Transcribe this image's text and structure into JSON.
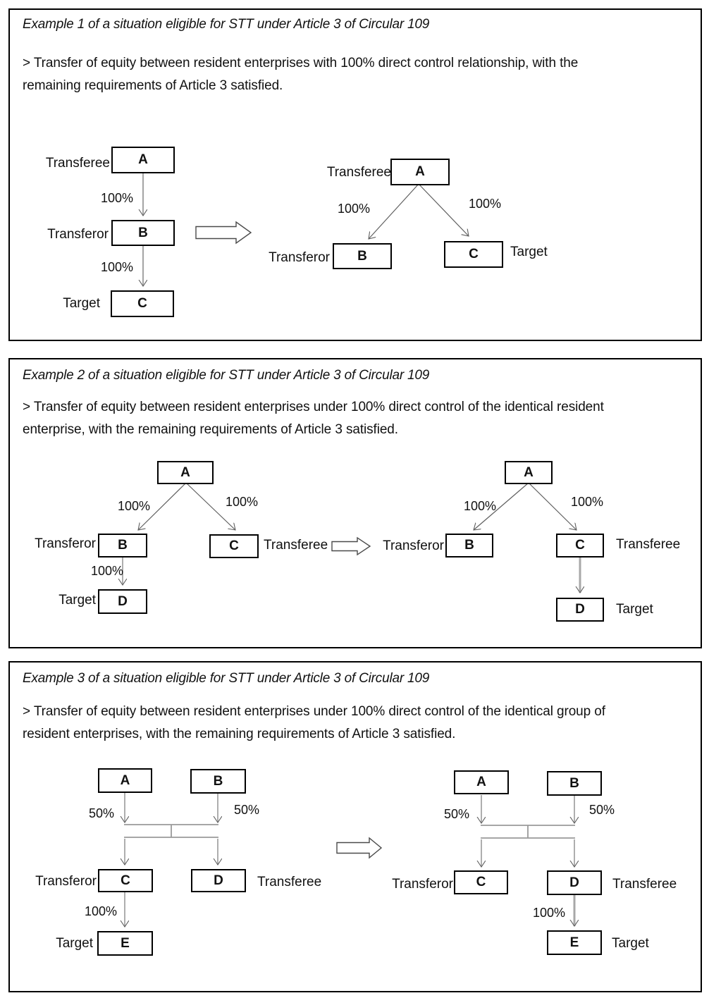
{
  "colors": {
    "background": "#ffffff",
    "panel_border": "#000000",
    "connector_line": "#9a9a9a",
    "arrow_outline": "#4a4a4a"
  },
  "examples": [
    {
      "title": "Example 1 of a situation eligible for STT under Article 3 of Circular 109",
      "description": "> Transfer of equity between resident enterprises with 100% direct control relationship, with the\nremaining requirements of Article 3 satisfied.",
      "before": {
        "roles": {
          "transferee": "Transferee",
          "transferor": "Transferor",
          "target": "Target"
        },
        "nodes": {
          "a": "A",
          "b": "B",
          "c": "C"
        },
        "pcts": {
          "ab": "100%",
          "bc": "100%"
        }
      },
      "after": {
        "roles": {
          "transferee": "Transferee",
          "transferor": "Transferor",
          "target": "Target"
        },
        "nodes": {
          "a": "A",
          "b": "B",
          "c": "C"
        },
        "pcts": {
          "ab": "100%",
          "ac": "100%"
        }
      }
    },
    {
      "title": "Example 2 of a situation eligible for STT under Article 3 of Circular 109",
      "description": "> Transfer of equity between resident enterprises under 100% direct control of the identical resident\nenterprise, with the remaining requirements of Article 3 satisfied.",
      "before": {
        "roles": {
          "transferor": "Transferor",
          "transferee": "Transferee",
          "target": "Target"
        },
        "nodes": {
          "a": "A",
          "b": "B",
          "c": "C",
          "d": "D"
        },
        "pcts": {
          "ab": "100%",
          "ac": "100%",
          "bd": "100%"
        }
      },
      "after": {
        "roles": {
          "transferor": "Transferor",
          "transferee": "Transferee",
          "target": "Target"
        },
        "nodes": {
          "a": "A",
          "b": "B",
          "c": "C",
          "d": "D"
        },
        "pcts": {
          "ab": "100%",
          "ac": "100%"
        }
      }
    },
    {
      "title": "Example 3 of a situation eligible for STT under Article 3 of Circular 109",
      "description": "> Transfer of equity between resident enterprises under 100% direct control of the identical group of\nresident enterprises, with the remaining requirements of Article 3 satisfied.",
      "before": {
        "roles": {
          "transferor": "Transferor",
          "transferee": "Transferee",
          "target": "Target"
        },
        "nodes": {
          "a": "A",
          "b": "B",
          "c": "C",
          "d": "D",
          "e": "E"
        },
        "pcts": {
          "a_joint": "50%",
          "b_joint": "50%",
          "ce": "100%"
        }
      },
      "after": {
        "roles": {
          "transferor": "Transferor",
          "transferee": "Transferee",
          "target": "Target"
        },
        "nodes": {
          "a": "A",
          "b": "B",
          "c": "C",
          "d": "D",
          "e": "E"
        },
        "pcts": {
          "a_joint": "50%",
          "b_joint": "50%",
          "de": "100%"
        }
      }
    }
  ]
}
